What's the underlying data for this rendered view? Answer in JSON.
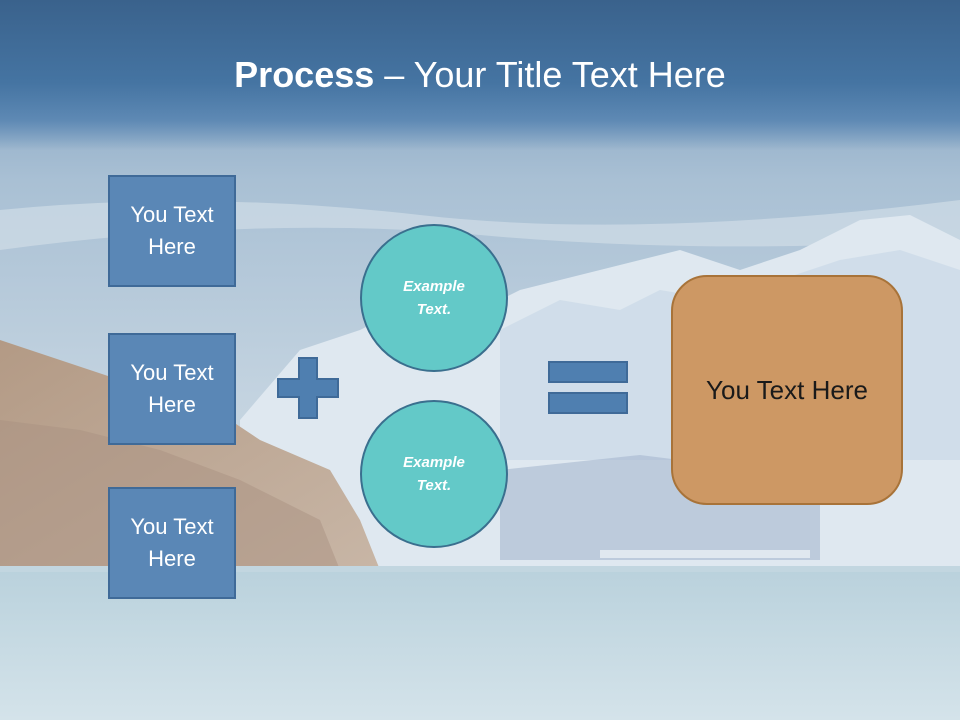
{
  "slide": {
    "title_bold": "Process",
    "title_rest": " – Your Title Text Here"
  },
  "inputs": [
    {
      "label": "You Text Here"
    },
    {
      "label": "You Text Here"
    },
    {
      "label": "You Text Here"
    }
  ],
  "examples": [
    {
      "label": "Example Text."
    },
    {
      "label": "Example Text."
    }
  ],
  "result": {
    "label": "You Text Here"
  },
  "colors": {
    "title_band": "#4574a2",
    "input_box": "#5a87b6",
    "example_circle": "#63c9c8",
    "operator": "#4f7fb0",
    "result_box": "#cd9864"
  },
  "icons": {
    "plus": "plus-icon",
    "equals": "equals-icon"
  }
}
